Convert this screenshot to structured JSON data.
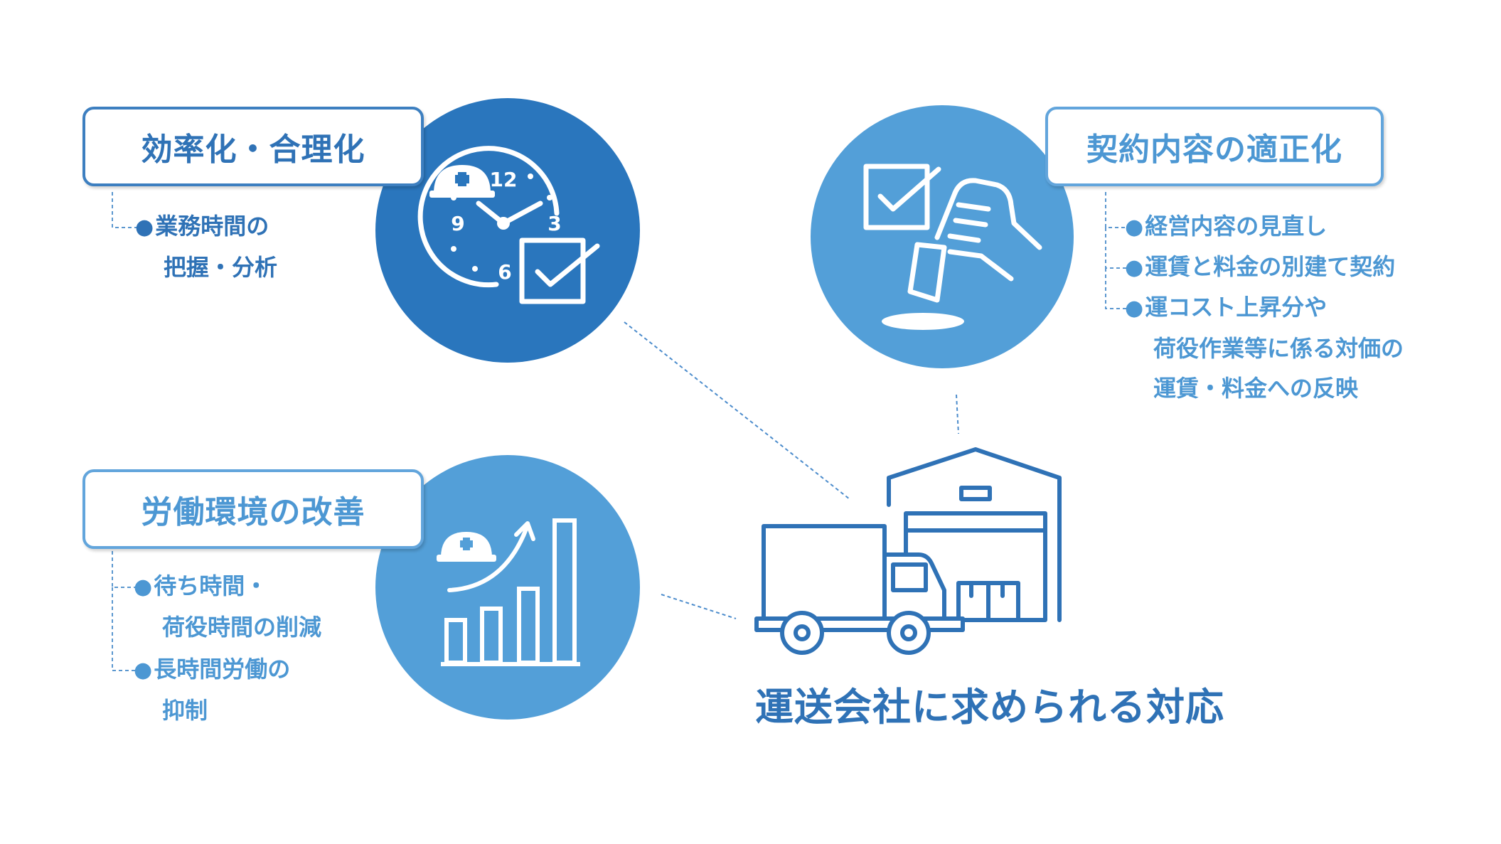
{
  "center": {
    "title": "運送会社に求められる対応",
    "icon": "truck-warehouse-icon"
  },
  "panels": {
    "efficiency": {
      "title": "効率化・合理化",
      "icon": "clock-checkbox-icon",
      "clock_numbers": [
        "12",
        "3",
        "6",
        "9"
      ],
      "items": [
        {
          "line1": "業務時間の",
          "line2": "把握・分析"
        }
      ]
    },
    "contract": {
      "title": "契約内容の適正化",
      "icon": "stamp-checkbox-icon",
      "items": [
        {
          "line1": "経営内容の見直し"
        },
        {
          "line1": "運賃と料金の別建て契約"
        },
        {
          "line1": "運コスト上昇分や",
          "line2": "荷役作業等に係る対価の",
          "line3": "運賃・料金への反映"
        }
      ]
    },
    "labor": {
      "title": "労働環境の改善",
      "icon": "growth-chart-icon",
      "items": [
        {
          "line1": "待ち時間・",
          "line2": "荷役時間の削減"
        },
        {
          "line1": "長時間労働の",
          "line2": "抑制"
        }
      ]
    }
  },
  "colors": {
    "dark_blue": "#2a76bd",
    "light_blue": "#539fd8",
    "text_blue": "#2f72b6",
    "light_text_blue": "#4c97d3",
    "connector": "#6ea6d6"
  }
}
